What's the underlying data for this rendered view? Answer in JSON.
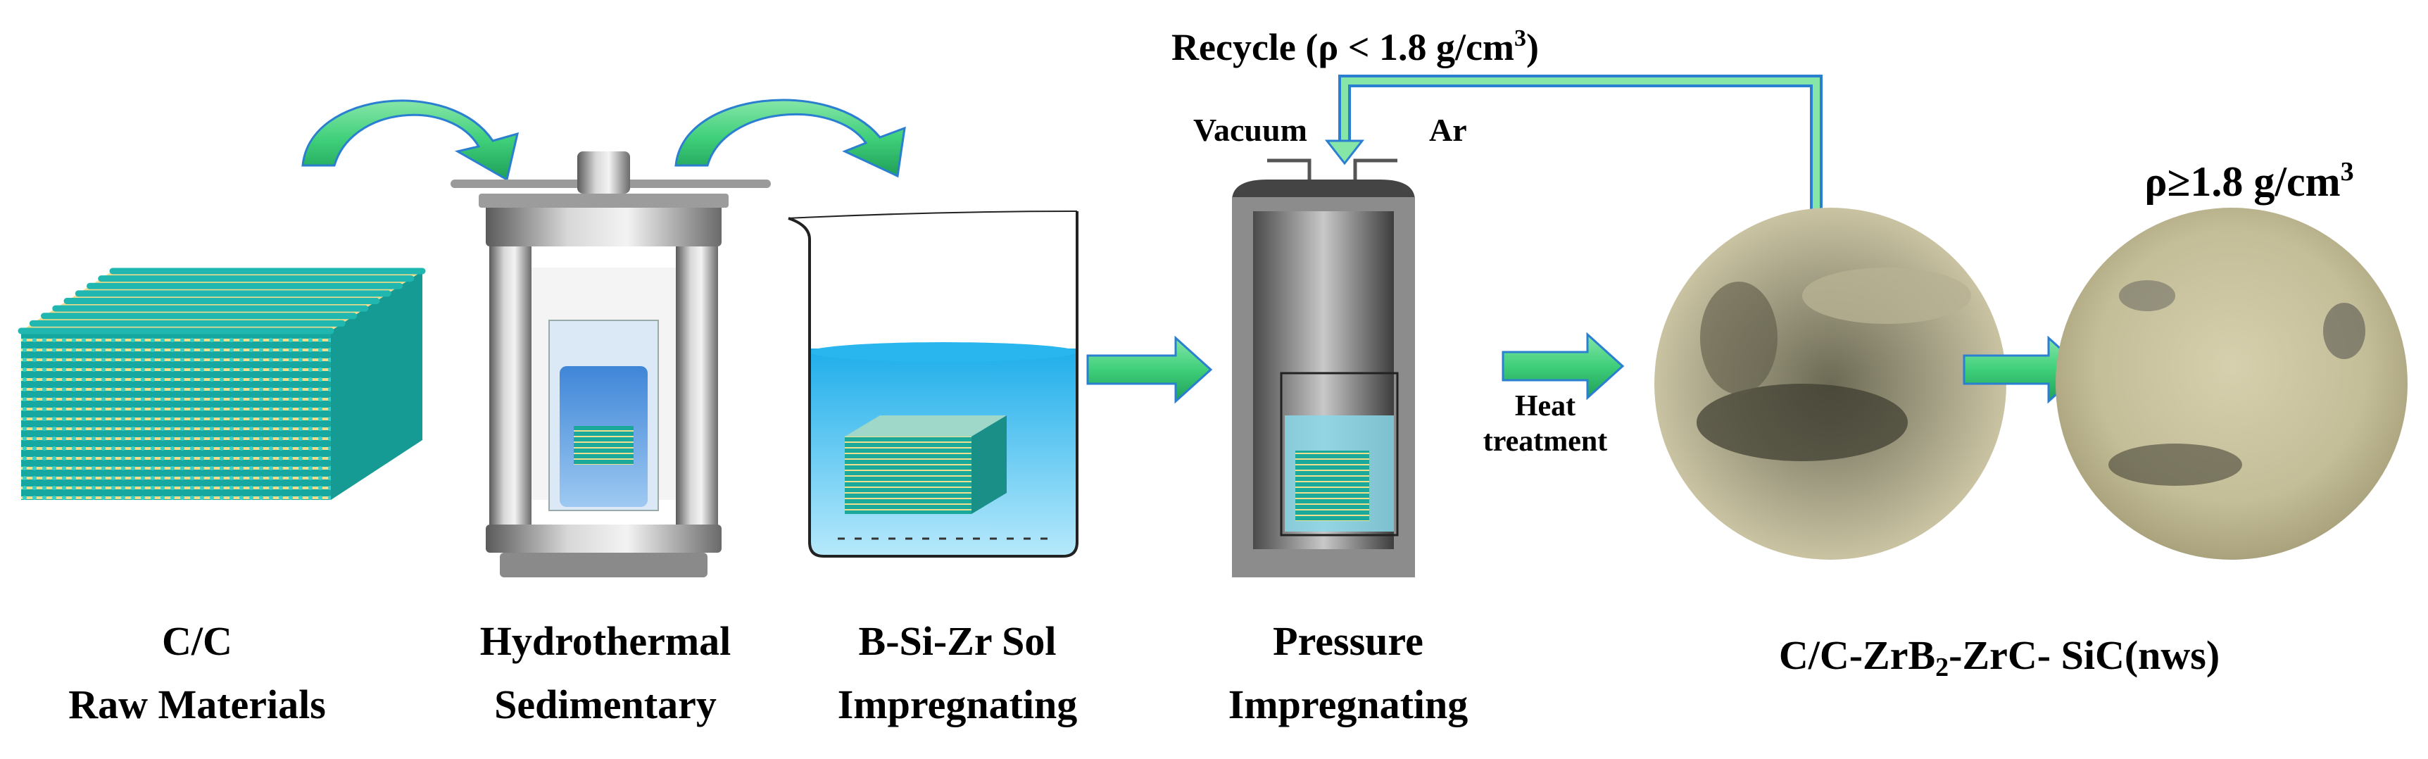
{
  "recycle": {
    "prefix": "Recycle (ρ < 1.8 g/cm",
    "sup": "3",
    "suffix": ")"
  },
  "valves": {
    "vacuum": "Vacuum",
    "argon": "Ar"
  },
  "heat_treatment": [
    "Heat",
    "treatment"
  ],
  "density_final": {
    "prefix": "ρ≥1.8 g/cm",
    "sup": "3"
  },
  "steps": [
    {
      "line1": "C/C",
      "line2": "Raw Materials"
    },
    {
      "line1": "Hydrothermal",
      "line2": "Sedimentary"
    },
    {
      "line1": "B-Si-Zr Sol",
      "line2": "Impregnating"
    },
    {
      "line1": "Pressure",
      "line2": "Impregnating"
    }
  ],
  "product": {
    "a": "C/C-ZrB",
    "sub": "2",
    "b": "-ZrC- SiC(nws)"
  },
  "colors": {
    "arrow_fill": "#3fcf7a",
    "arrow_edge": "#2a7fd0",
    "rod_teal": "#1fb7b0",
    "rod_yellow": "#f0dc8a",
    "liquid": "#1eaeea",
    "steel": "#8a8a8a",
    "sample_bg": "#bdb38a"
  }
}
